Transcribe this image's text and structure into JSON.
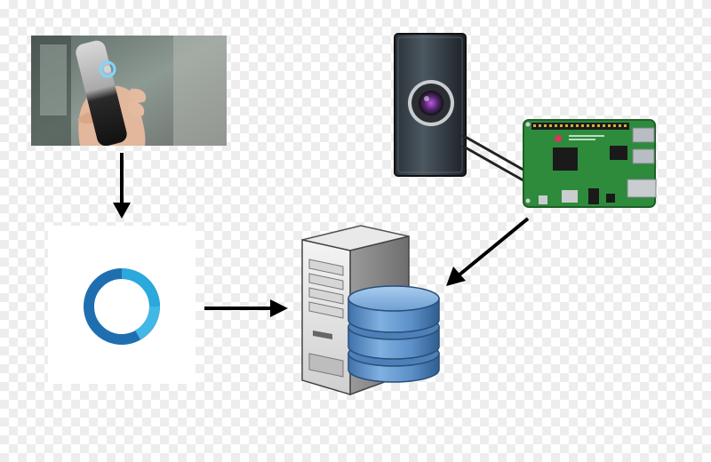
{
  "diagram": {
    "nodes": [
      {
        "id": "hand-held-device",
        "icon": "handheld-smart-button-photo"
      },
      {
        "id": "cortana-logo",
        "icon": "ring-logo-icon"
      },
      {
        "id": "camera",
        "icon": "camera-module-icon"
      },
      {
        "id": "raspberry-pi",
        "icon": "raspberry-pi-board-icon"
      },
      {
        "id": "server",
        "icon": "server-tower-icon"
      },
      {
        "id": "database",
        "icon": "database-cylinder-icon"
      }
    ],
    "edges": [
      {
        "from": "hand-held-device",
        "to": "cortana-logo"
      },
      {
        "from": "cortana-logo",
        "to": "server"
      },
      {
        "from": "raspberry-pi",
        "to": "server"
      },
      {
        "from": "camera",
        "to": "raspberry-pi"
      }
    ]
  },
  "colors": {
    "ring_dark": "#1f6fb0",
    "ring_light": "#2aa9dc",
    "db_blue": "#5b8fc7",
    "pi_green": "#2e8b3c",
    "arrow": "#000000"
  }
}
